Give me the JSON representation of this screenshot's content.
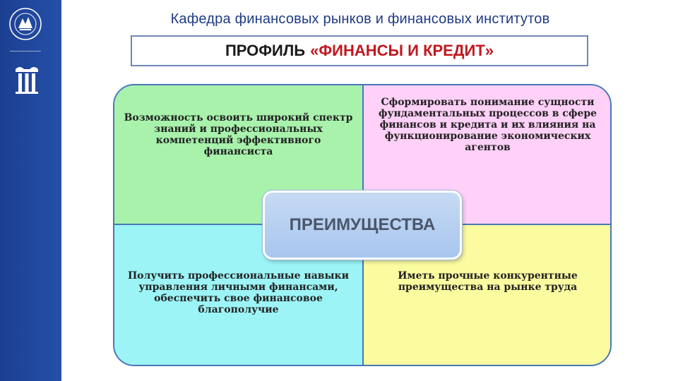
{
  "header": {
    "department_title": "Кафедра финансовых рынков и финансовых институтов",
    "profile_label": "ПРОФИЛЬ",
    "profile_name": "«ФИНАНСЫ И КРЕДИТ»"
  },
  "sidebar": {
    "emblem_icon": "university-emblem-icon",
    "logo_icon": "column-capital-icon",
    "color": "#2450a8"
  },
  "center": {
    "label": "ПРЕИМУЩЕСТВА"
  },
  "quadrants": [
    {
      "text": "Возможность освоить широкий спектр знаний и профессиональных компетенций эффективного финансиста",
      "color": "#a8f2ac"
    },
    {
      "text": "Сформировать понимание сущности фундаментальных процессов в сфере финансов и кредита и их влияния на функционирование экономических агентов",
      "color": "#ffd0f8"
    },
    {
      "text": "Получить профессиональные навыки управления личными финансами, обеспечить свое финансовое благополучие",
      "color": "#9cf4f6"
    },
    {
      "text": "Иметь прочные конкурентные преимущества на рынке труда",
      "color": "#fbfba0"
    }
  ]
}
